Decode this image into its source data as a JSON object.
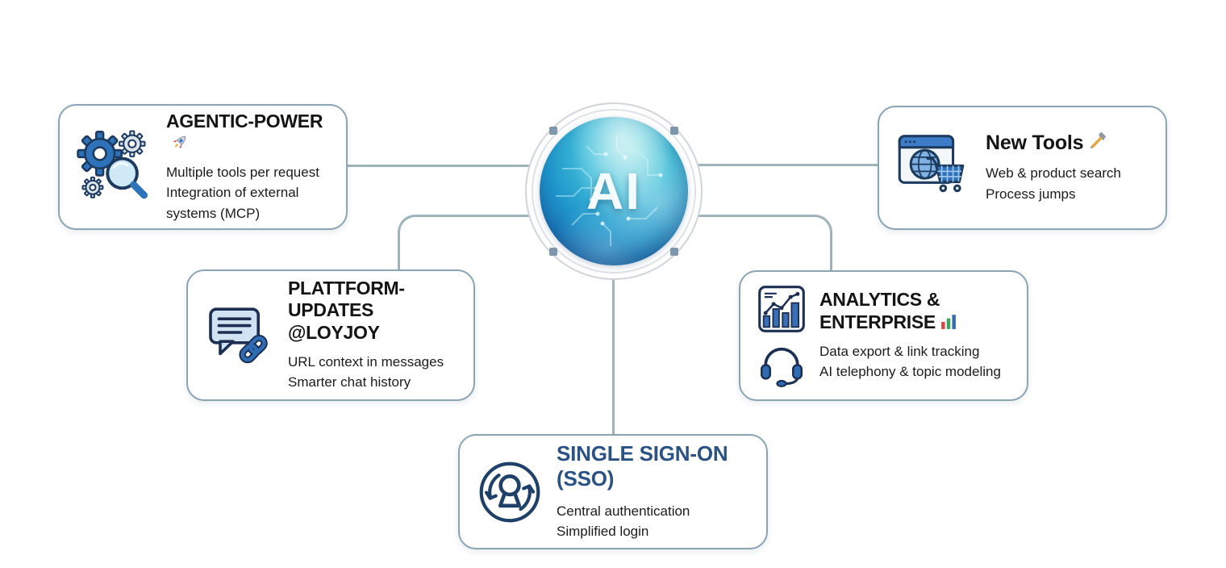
{
  "center": {
    "label": "AI"
  },
  "colors": {
    "card_border": "#8aa4b4",
    "connector": "#9fb3ba",
    "sphere_teal": "#35c2d8",
    "sphere_blue": "#1a69b0",
    "sso_title": "#2a5285",
    "title_text": "#141414",
    "body_text": "#1b1b1b",
    "icon_blue": "#2f6cb3",
    "icon_navy": "#1c2f52"
  },
  "icons": {
    "agentic": "gears-magnifier",
    "agentic_title": "rocket",
    "new_tools": "browser-globe-cart",
    "new_tools_title": "hammer-wrench",
    "plattform": "chat-bubble-link",
    "analytics_chart": "chart-board",
    "analytics_headset": "headset",
    "analytics_title": "bar-chart",
    "sso": "keyhole-sync-circle"
  },
  "cards": [
    {
      "id": "agentic-power",
      "title": "AGENTIC-POWER",
      "lines": [
        "Multiple tools per request",
        "Integration of external systems (MCP)"
      ]
    },
    {
      "id": "new-tools",
      "title": "New Tools",
      "lines": [
        "Web & product search",
        "Process jumps"
      ]
    },
    {
      "id": "plattform-updates",
      "title": "PLATTFORM-UPDATES @LOYJOY",
      "lines": [
        "URL context in messages",
        "Smarter chat history"
      ]
    },
    {
      "id": "analytics-enterprise",
      "title": "ANALYTICS & ENTERPRISE",
      "lines": [
        "Data export & link tracking",
        "AI telephony & topic modeling"
      ]
    },
    {
      "id": "single-sign-on",
      "title": "SINGLE SIGN-ON (SSO)",
      "lines": [
        "Central authentication",
        "Simplified login"
      ]
    }
  ]
}
